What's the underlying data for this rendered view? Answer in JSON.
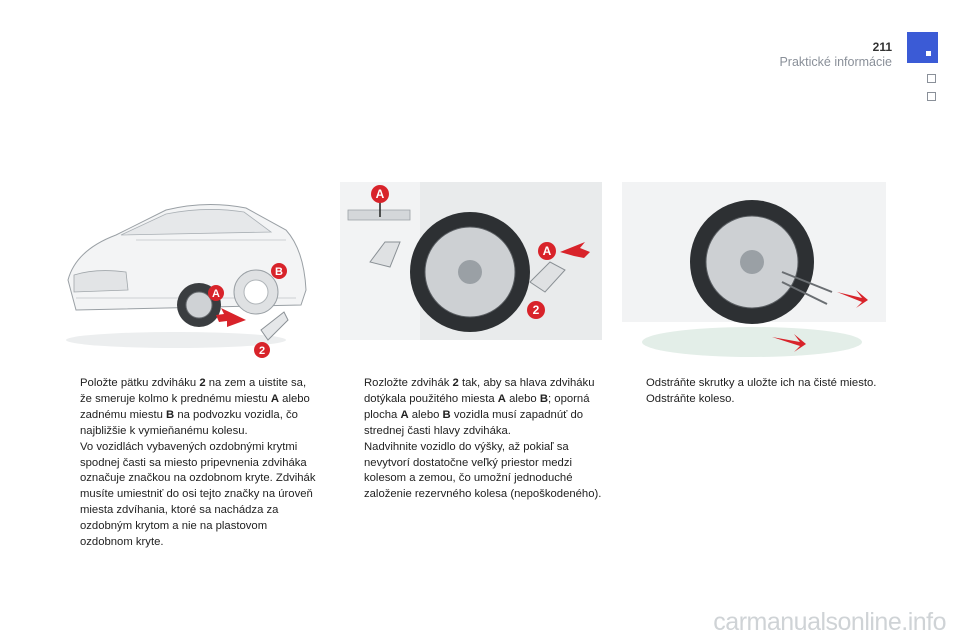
{
  "header": {
    "page_number": "211",
    "section_title": "Praktické informácie"
  },
  "illustrations": {
    "car": {
      "label_a": "A",
      "label_b": "B",
      "label_2": "2"
    },
    "jack": {
      "label_a1": "A",
      "label_a2": "A",
      "label_2": "2"
    }
  },
  "columns": [
    {
      "bullet": "",
      "p1_pre": "Položte pätku zdviháku ",
      "p1_num": "2",
      "p1_mid": " na zem a uistite sa, že smeruje kolmo k prednému miestu ",
      "p1_a": "A",
      "p1_mid2": " alebo zadnému miestu ",
      "p1_b": "B",
      "p1_post": " na podvozku vozidla, čo najbližšie k vymieňanému kolesu.",
      "p2": "Vo vozidlách vybavených ozdobnými krytmi spodnej časti sa miesto pripevnenia zdviháka označuje značkou na ozdobnom kryte. Zdvihák musíte umiestniť do osi tejto značky na úroveň miesta zdvíhania, ktoré sa nachádza za ozdobným krytom a nie na plastovom ozdobnom kryte."
    },
    {
      "bullet": "",
      "p1_pre": "Rozložte zdvihák ",
      "p1_num": "2",
      "p1_mid": " tak, aby sa hlava zdviháku dotýkala použitého miesta ",
      "p1_a": "A",
      "p1_mid2": " alebo ",
      "p1_b": "B",
      "p1_mid3": "; oporná plocha ",
      "p1_a2": "A",
      "p1_mid4": " alebo ",
      "p1_b2": "B",
      "p1_post": " vozidla musí zapadnúť do strednej časti hlavy zdviháka.",
      "p2": "Nadvihnite vozidlo do výšky, až pokiaľ sa nevytvorí dostatočne veľký priestor medzi kolesom a zemou, čo umožní jednoduché založenie rezervného kolesa (nepoškodeného)."
    },
    {
      "bullet": "",
      "p1": "Odstráňte skrutky a uložte ich na čisté miesto.",
      "p2": "Odstráňte koleso."
    }
  ],
  "watermark": "carmanualsonline.info",
  "colors": {
    "accent": "#3b5bd6",
    "label_red": "#d8232a",
    "arrow_red": "#d8232a"
  }
}
